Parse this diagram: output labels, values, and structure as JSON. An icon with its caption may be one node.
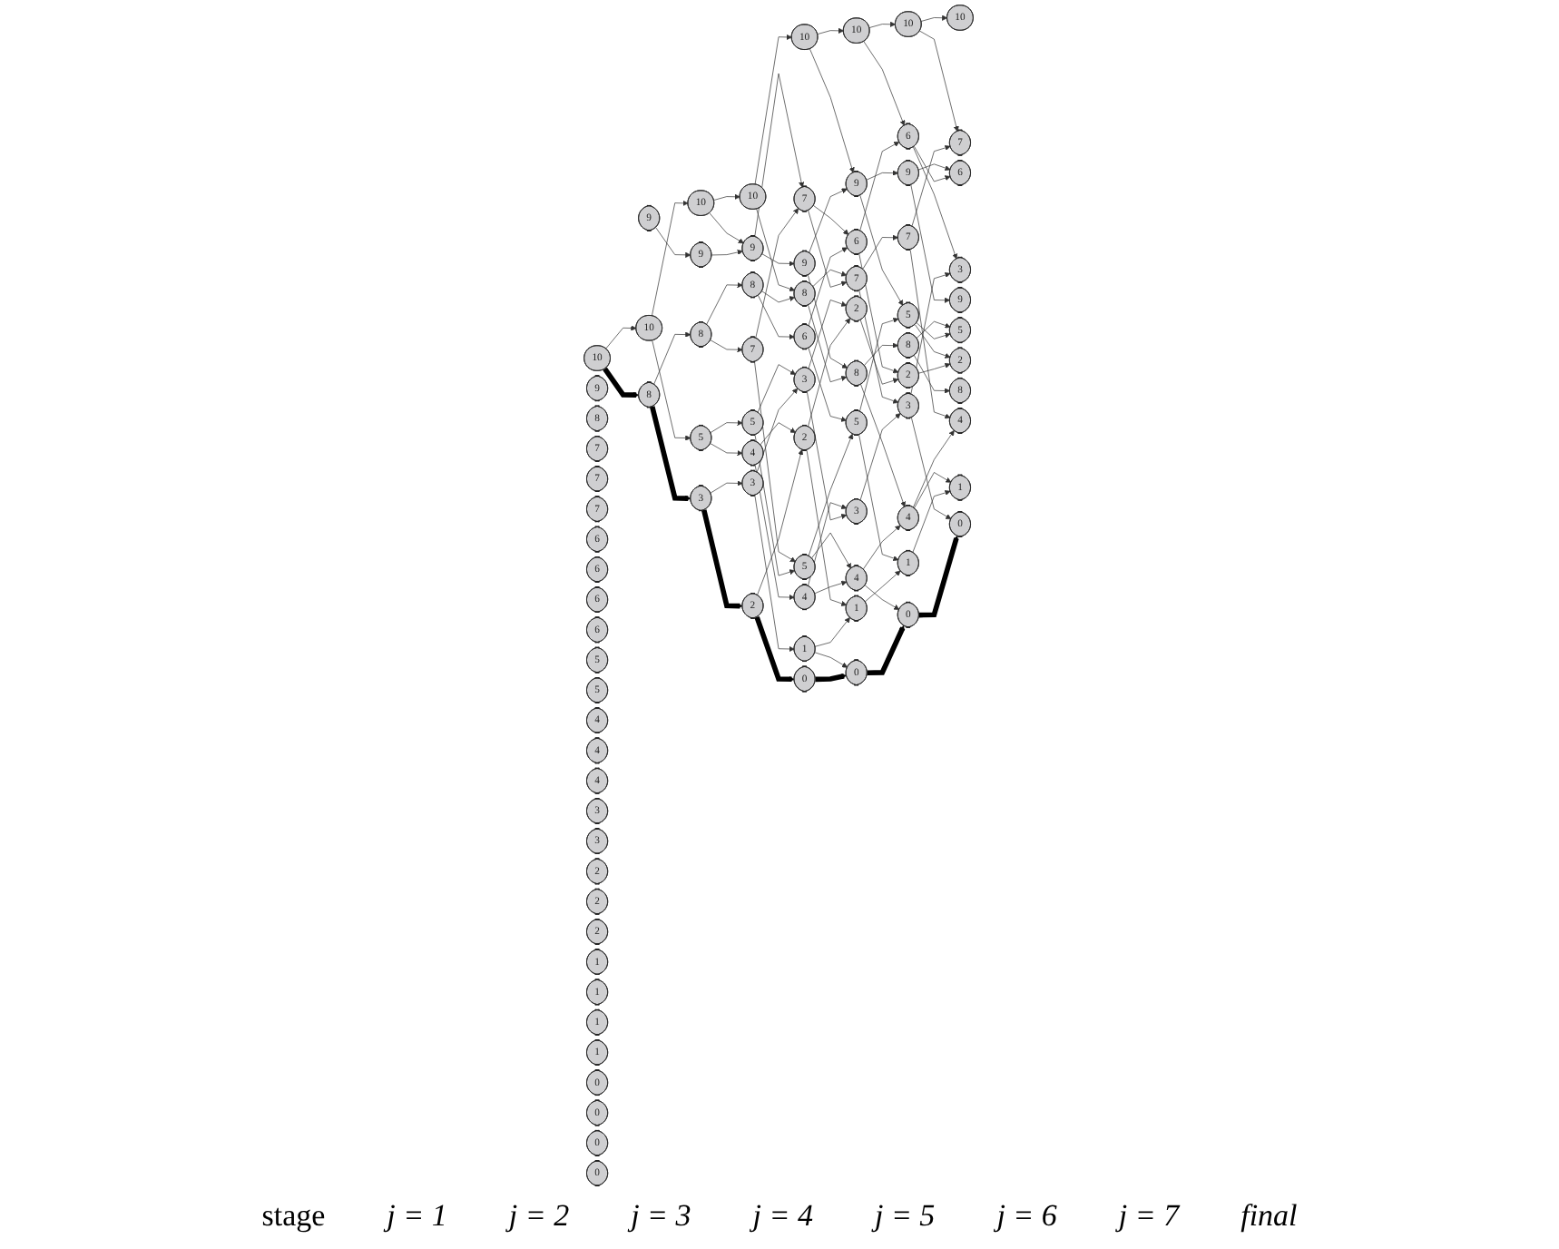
{
  "diagram": {
    "nodes": [
      {
        "text": [
          "10"
        ]
      },
      {
        "text": [
          "10"
        ]
      },
      {
        "text": [
          "10"
        ]
      },
      {
        "text": [
          "10"
        ]
      },
      {
        "text": [
          "10"
        ]
      },
      {
        "text": [
          "10"
        ]
      },
      {
        "text": [
          "10"
        ]
      },
      {
        "text": [
          "10"
        ]
      },
      {
        "text": [
          "9"
        ]
      },
      {
        "text": [
          "9"
        ]
      },
      {
        "text": [
          "9"
        ]
      },
      {
        "text": [
          "9"
        ]
      },
      {
        "text": [
          "9"
        ]
      },
      {
        "text": [
          "9"
        ]
      },
      {
        "text": [
          "9"
        ]
      },
      {
        "text": [
          "9"
        ]
      },
      {
        "text": [
          "8"
        ]
      },
      {
        "text": [
          "8"
        ]
      },
      {
        "text": [
          "8"
        ]
      },
      {
        "text": [
          "8"
        ]
      },
      {
        "text": [
          "8"
        ]
      },
      {
        "text": [
          "8"
        ]
      },
      {
        "text": [
          "8"
        ]
      },
      {
        "text": [
          "8"
        ]
      },
      {
        "text": [
          "7"
        ]
      },
      {
        "text": [
          "7"
        ]
      },
      {
        "text": [
          "7"
        ]
      },
      {
        "text": [
          "7"
        ]
      },
      {
        "text": [
          "7"
        ]
      },
      {
        "text": [
          "7"
        ]
      },
      {
        "text": [
          "7"
        ]
      },
      {
        "text": [
          "7"
        ]
      },
      {
        "text": [
          "6"
        ]
      },
      {
        "text": [
          "6"
        ]
      },
      {
        "text": [
          "6"
        ]
      },
      {
        "text": [
          "6"
        ]
      },
      {
        "text": [
          "6"
        ]
      },
      {
        "text": [
          "6"
        ]
      },
      {
        "text": [
          "6"
        ]
      },
      {
        "text": [
          "6"
        ]
      },
      {
        "text": [
          "5"
        ]
      },
      {
        "text": [
          "5"
        ]
      },
      {
        "text": [
          "5"
        ]
      },
      {
        "text": [
          "5"
        ]
      },
      {
        "text": [
          "5"
        ]
      },
      {
        "text": [
          "5"
        ]
      },
      {
        "text": [
          "5"
        ]
      },
      {
        "text": [
          "5"
        ]
      },
      {
        "text": [
          "4"
        ]
      },
      {
        "text": [
          "4"
        ]
      },
      {
        "text": [
          "4"
        ]
      },
      {
        "text": [
          "4"
        ]
      },
      {
        "text": [
          "4"
        ]
      },
      {
        "text": [
          "4"
        ]
      },
      {
        "text": [
          "4"
        ]
      },
      {
        "text": [
          "4"
        ]
      },
      {
        "text": [
          "3"
        ]
      },
      {
        "text": [
          "3"
        ]
      },
      {
        "text": [
          "3"
        ]
      },
      {
        "text": [
          "3"
        ]
      },
      {
        "text": [
          "3"
        ]
      },
      {
        "text": [
          "3"
        ]
      },
      {
        "text": [
          "3"
        ]
      },
      {
        "text": [
          "3"
        ]
      },
      {
        "text": [
          "2"
        ]
      },
      {
        "text": [
          "2"
        ]
      },
      {
        "text": [
          "2"
        ]
      },
      {
        "text": [
          "2"
        ]
      },
      {
        "text": [
          "2"
        ]
      },
      {
        "text": [
          "2"
        ]
      },
      {
        "text": [
          "2"
        ]
      },
      {
        "text": [
          "2"
        ]
      },
      {
        "text": [
          "1"
        ]
      },
      {
        "text": [
          "1"
        ]
      },
      {
        "text": [
          "1"
        ]
      },
      {
        "text": [
          "1"
        ]
      },
      {
        "text": [
          "1"
        ]
      },
      {
        "text": [
          "1"
        ]
      },
      {
        "text": [
          "1"
        ]
      },
      {
        "text": [
          "1"
        ]
      },
      {
        "text": [
          "0"
        ]
      },
      {
        "text": [
          "0"
        ]
      },
      {
        "text": [
          "0"
        ]
      },
      {
        "text": [
          "0"
        ]
      },
      {
        "text": [
          "0"
        ]
      },
      {
        "text": [
          "0"
        ]
      },
      {
        "text": [
          "0"
        ]
      },
      {
        "text": [
          "0"
        ]
      }
    ],
    "edges": [
      {
        "from": 0,
        "to": 1,
        "arrow": "to"
      },
      {
        "from": 0,
        "to": 17,
        "arrow": "to",
        "style": "thick"
      },
      {
        "from": 1,
        "to": 2,
        "arrow": "to"
      },
      {
        "from": 1,
        "to": 42,
        "arrow": "to"
      },
      {
        "from": 9,
        "to": 10,
        "arrow": "to"
      },
      {
        "from": 17,
        "to": 18,
        "arrow": "to"
      },
      {
        "from": 17,
        "to": 58,
        "arrow": "to",
        "style": "thick"
      },
      {
        "from": 2,
        "to": 3,
        "arrow": "to"
      },
      {
        "from": 2,
        "to": 11,
        "arrow": "to"
      },
      {
        "from": 10,
        "to": 11,
        "arrow": "to"
      },
      {
        "from": 18,
        "to": 19,
        "arrow": "to"
      },
      {
        "from": 18,
        "to": 27,
        "arrow": "to"
      },
      {
        "from": 42,
        "to": 43,
        "arrow": "to"
      },
      {
        "from": 42,
        "to": 51,
        "arrow": "to"
      },
      {
        "from": 58,
        "to": 59,
        "arrow": "to"
      },
      {
        "from": 58,
        "to": 67,
        "arrow": "to",
        "style": "thick"
      },
      {
        "from": 3,
        "to": 4,
        "arrow": "to"
      },
      {
        "from": 3,
        "to": 20,
        "arrow": "to"
      },
      {
        "from": 11,
        "to": 12,
        "arrow": "to"
      },
      {
        "from": 11,
        "to": 28,
        "arrow": "to"
      },
      {
        "from": 19,
        "to": 20,
        "arrow": "to"
      },
      {
        "from": 19,
        "to": 36,
        "arrow": "to"
      },
      {
        "from": 27,
        "to": 28,
        "arrow": "to"
      },
      {
        "from": 27,
        "to": 44,
        "arrow": "to"
      },
      {
        "from": 43,
        "to": 44,
        "arrow": "to"
      },
      {
        "from": 43,
        "to": 60,
        "arrow": "to"
      },
      {
        "from": 51,
        "to": 52,
        "arrow": "to"
      },
      {
        "from": 51,
        "to": 68,
        "arrow": "to"
      },
      {
        "from": 59,
        "to": 60,
        "arrow": "to"
      },
      {
        "from": 59,
        "to": 76,
        "arrow": "to"
      },
      {
        "from": 67,
        "to": 68,
        "arrow": "to"
      },
      {
        "from": 67,
        "to": 84,
        "arrow": "to",
        "style": "thick"
      },
      {
        "from": 4,
        "to": 5,
        "arrow": "to"
      },
      {
        "from": 4,
        "to": 13,
        "arrow": "to"
      },
      {
        "from": 12,
        "to": 13,
        "arrow": "to"
      },
      {
        "from": 12,
        "to": 21,
        "arrow": "to"
      },
      {
        "from": 20,
        "to": 21,
        "arrow": "to"
      },
      {
        "from": 20,
        "to": 29,
        "arrow": "to"
      },
      {
        "from": 28,
        "to": 29,
        "arrow": "to"
      },
      {
        "from": 28,
        "to": 37,
        "arrow": "to"
      },
      {
        "from": 36,
        "to": 37,
        "arrow": "to"
      },
      {
        "from": 36,
        "to": 45,
        "arrow": "to"
      },
      {
        "from": 44,
        "to": 45,
        "arrow": "to"
      },
      {
        "from": 44,
        "to": 53,
        "arrow": "to"
      },
      {
        "from": 52,
        "to": 53,
        "arrow": "to"
      },
      {
        "from": 52,
        "to": 61,
        "arrow": "to"
      },
      {
        "from": 60,
        "to": 61,
        "arrow": "to"
      },
      {
        "from": 60,
        "to": 69,
        "arrow": "to"
      },
      {
        "from": 68,
        "to": 69,
        "arrow": "to"
      },
      {
        "from": 68,
        "to": 77,
        "arrow": "to"
      },
      {
        "from": 76,
        "to": 77,
        "arrow": "to"
      },
      {
        "from": 76,
        "to": 85,
        "arrow": "to"
      },
      {
        "from": 84,
        "to": 85,
        "arrow": "to",
        "style": "thick"
      },
      {
        "from": 5,
        "to": 6,
        "arrow": "to"
      },
      {
        "from": 5,
        "to": 38,
        "arrow": "to"
      },
      {
        "from": 13,
        "to": 14,
        "arrow": "to"
      },
      {
        "from": 13,
        "to": 46,
        "arrow": "to"
      },
      {
        "from": 21,
        "to": 22,
        "arrow": "to"
      },
      {
        "from": 21,
        "to": 54,
        "arrow": "to"
      },
      {
        "from": 29,
        "to": 30,
        "arrow": "to"
      },
      {
        "from": 29,
        "to": 62,
        "arrow": "to"
      },
      {
        "from": 37,
        "to": 38,
        "arrow": "to"
      },
      {
        "from": 37,
        "to": 70,
        "arrow": "to"
      },
      {
        "from": 45,
        "to": 46,
        "arrow": "to"
      },
      {
        "from": 45,
        "to": 78,
        "arrow": "to"
      },
      {
        "from": 53,
        "to": 54,
        "arrow": "to"
      },
      {
        "from": 53,
        "to": 86,
        "arrow": "to"
      },
      {
        "from": 61,
        "to": 62,
        "arrow": "to"
      },
      {
        "from": 69,
        "to": 70,
        "arrow": "to"
      },
      {
        "from": 77,
        "to": 78,
        "arrow": "to"
      },
      {
        "from": 85,
        "to": 86,
        "arrow": "to",
        "style": "thick"
      },
      {
        "from": 6,
        "to": 7,
        "arrow": "to"
      },
      {
        "from": 6,
        "to": 31,
        "arrow": "to"
      },
      {
        "from": 14,
        "to": 15,
        "arrow": "to"
      },
      {
        "from": 14,
        "to": 39,
        "arrow": "to"
      },
      {
        "from": 22,
        "to": 23,
        "arrow": "to"
      },
      {
        "from": 22,
        "to": 47,
        "arrow": "to"
      },
      {
        "from": 30,
        "to": 31,
        "arrow": "to"
      },
      {
        "from": 30,
        "to": 55,
        "arrow": "to"
      },
      {
        "from": 38,
        "to": 39,
        "arrow": "to"
      },
      {
        "from": 38,
        "to": 63,
        "arrow": "to"
      },
      {
        "from": 46,
        "to": 47,
        "arrow": "to"
      },
      {
        "from": 46,
        "to": 71,
        "arrow": "to"
      },
      {
        "from": 54,
        "to": 55,
        "arrow": "to"
      },
      {
        "from": 54,
        "to": 79,
        "arrow": "to"
      },
      {
        "from": 62,
        "to": 63,
        "arrow": "to"
      },
      {
        "from": 62,
        "to": 87,
        "arrow": "to"
      },
      {
        "from": 70,
        "to": 71,
        "arrow": "to"
      },
      {
        "from": 78,
        "to": 79,
        "arrow": "to"
      },
      {
        "from": 86,
        "to": 87,
        "arrow": "to",
        "style": "thick"
      }
    ],
    "labels": [
      "stage",
      "j = 1",
      "j = 2",
      "j = 3",
      "j = 4",
      "j = 5",
      "j = 6",
      "j = 7",
      "final"
    ]
  }
}
